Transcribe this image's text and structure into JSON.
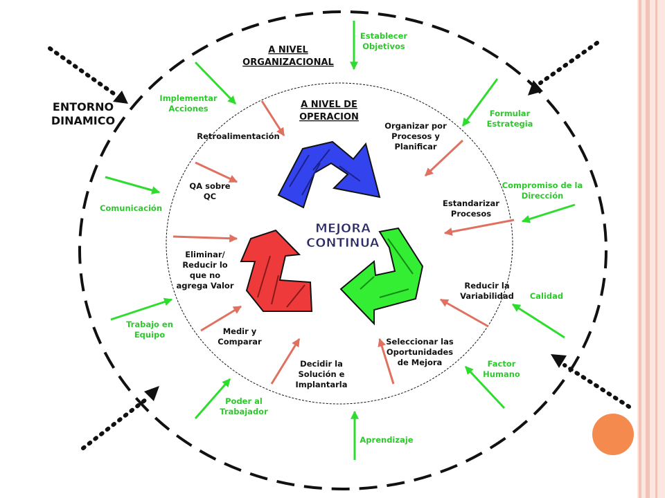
{
  "headers": {
    "organizacional": [
      "A    NIVEL",
      "ORGANIZACIONAL"
    ],
    "operacion": [
      "A    NIVEL DE",
      "OPERACION"
    ]
  },
  "entorno": [
    "ENTORNO",
    "DINAMICO"
  ],
  "center": [
    "MEJORA",
    "CONTINUA"
  ],
  "outer_labels": {
    "establecer": [
      "Establecer",
      "Objetivos"
    ],
    "implementar": [
      "Implementar",
      "Acciones"
    ],
    "formular": [
      "Formular",
      "Estrategia"
    ],
    "compromiso": [
      "Compromiso de la",
      "Dirección"
    ],
    "comunicacion": [
      "Comunicación"
    ],
    "calidad": [
      "Calidad"
    ],
    "trabajo": [
      "Trabajo en",
      "Equipo"
    ],
    "factor": [
      "Factor",
      "Humano"
    ],
    "poder": [
      "Poder al",
      "Trabajador"
    ],
    "aprendizaje": [
      "Aprendizaje"
    ]
  },
  "inner_labels": {
    "retro": [
      "Retroalimentación"
    ],
    "organizar": [
      "Organizar por",
      "Procesos  y",
      "Planificar"
    ],
    "qa": [
      "QA sobre",
      "QC"
    ],
    "estandarizar": [
      "Estandarizar",
      "Procesos"
    ],
    "eliminar": [
      "Eliminar/",
      "Reducir  lo",
      "que no",
      "agrega Valor"
    ],
    "reducir": [
      "Reducir la",
      "Variabilidad"
    ],
    "medir": [
      "Medir y",
      "Comparar"
    ],
    "seleccionar": [
      "Seleccionar las",
      "Oportunidades",
      "de Mejora"
    ],
    "decidir": [
      "Decidir la",
      "Solución e",
      "Implantarla"
    ]
  },
  "colors": {
    "outer_arrow": "#2edc2e",
    "inner_arrow": "#e07060",
    "recycle_blue": "#3344ee",
    "recycle_red": "#ee3a3a",
    "recycle_green": "#33ee33",
    "orange_dot": "#f58a4e",
    "border_pink": "#f4c3b8"
  }
}
